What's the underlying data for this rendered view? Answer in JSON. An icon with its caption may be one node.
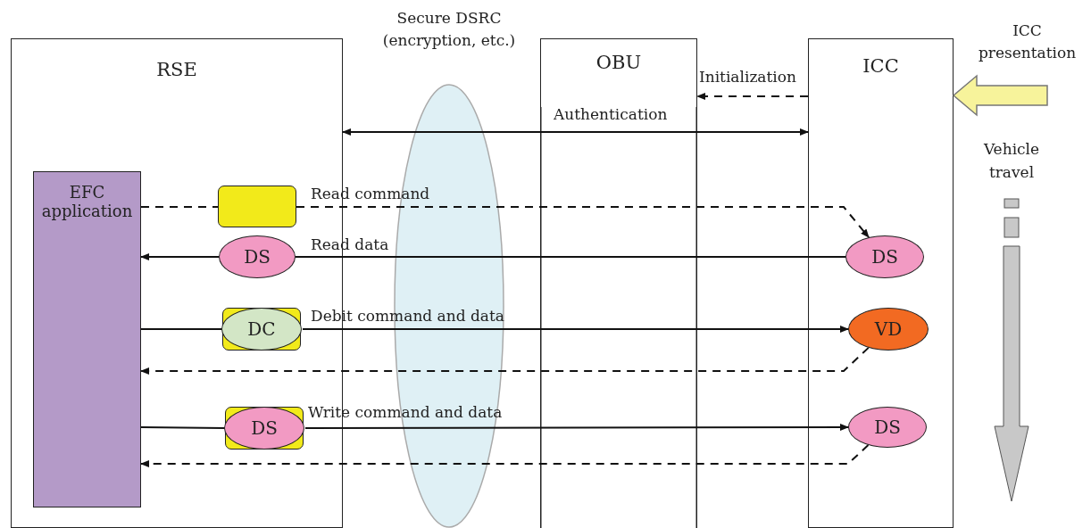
{
  "diagram": {
    "nodes": [
      {
        "text": [
          "RSE"
        ]
      },
      {
        "text": [
          "EFC application"
        ],
        "in": 0
      },
      {
        "text": [],
        "shape": "box",
        "in": 0
      },
      {
        "text": [
          "DS"
        ],
        "in": 0
      },
      {
        "text": [],
        "shape": "box",
        "in": 0
      },
      {
        "text": [
          "DC"
        ],
        "in": 4
      },
      {
        "text": [],
        "shape": "box",
        "in": 0
      },
      {
        "text": [
          "DS"
        ],
        "in": 6
      },
      {
        "text": [
          "OBU"
        ]
      },
      {
        "text": [
          "ICC"
        ]
      },
      {
        "text": [
          "DS"
        ],
        "in": 9
      },
      {
        "text": [
          "VD"
        ],
        "in": 9
      },
      {
        "text": [
          "DS"
        ],
        "in": 9
      }
    ],
    "edges": [
      {
        "from": 0,
        "to": 9,
        "arrow": "both",
        "label": "Authentication"
      },
      {
        "from": 9,
        "to": 8,
        "arrow": "to",
        "label": "Initialization",
        "style": "dashed"
      },
      {
        "from": 1,
        "to": 2,
        "arrow": "none",
        "style": "dashed"
      },
      {
        "from": 2,
        "to": 10,
        "arrow": "to",
        "label": "Read command",
        "style": "dashed"
      },
      {
        "from": 10,
        "to": 3,
        "arrow": "none",
        "label": "Read data"
      },
      {
        "from": 3,
        "to": 1,
        "arrow": "to"
      },
      {
        "from": 1,
        "to": 5,
        "arrow": "none"
      },
      {
        "from": 5,
        "to": 11,
        "arrow": "to",
        "label": "Debit command and data"
      },
      {
        "from": 11,
        "to": 1,
        "arrow": "to",
        "style": "dashed"
      },
      {
        "from": 1,
        "to": 7,
        "arrow": "none"
      },
      {
        "from": 7,
        "to": 12,
        "arrow": "to",
        "label": "Write command and data"
      },
      {
        "from": 12,
        "to": 1,
        "arrow": "to",
        "style": "dashed"
      },
      {
        "from": null,
        "to": 9,
        "arrow": "to",
        "label": "ICC presentation",
        "style": "thick",
        "color": "#f7f39b"
      }
    ],
    "labels": [
      "Secure DSRC (encryption, etc.)",
      "Vehicle travel"
    ]
  }
}
